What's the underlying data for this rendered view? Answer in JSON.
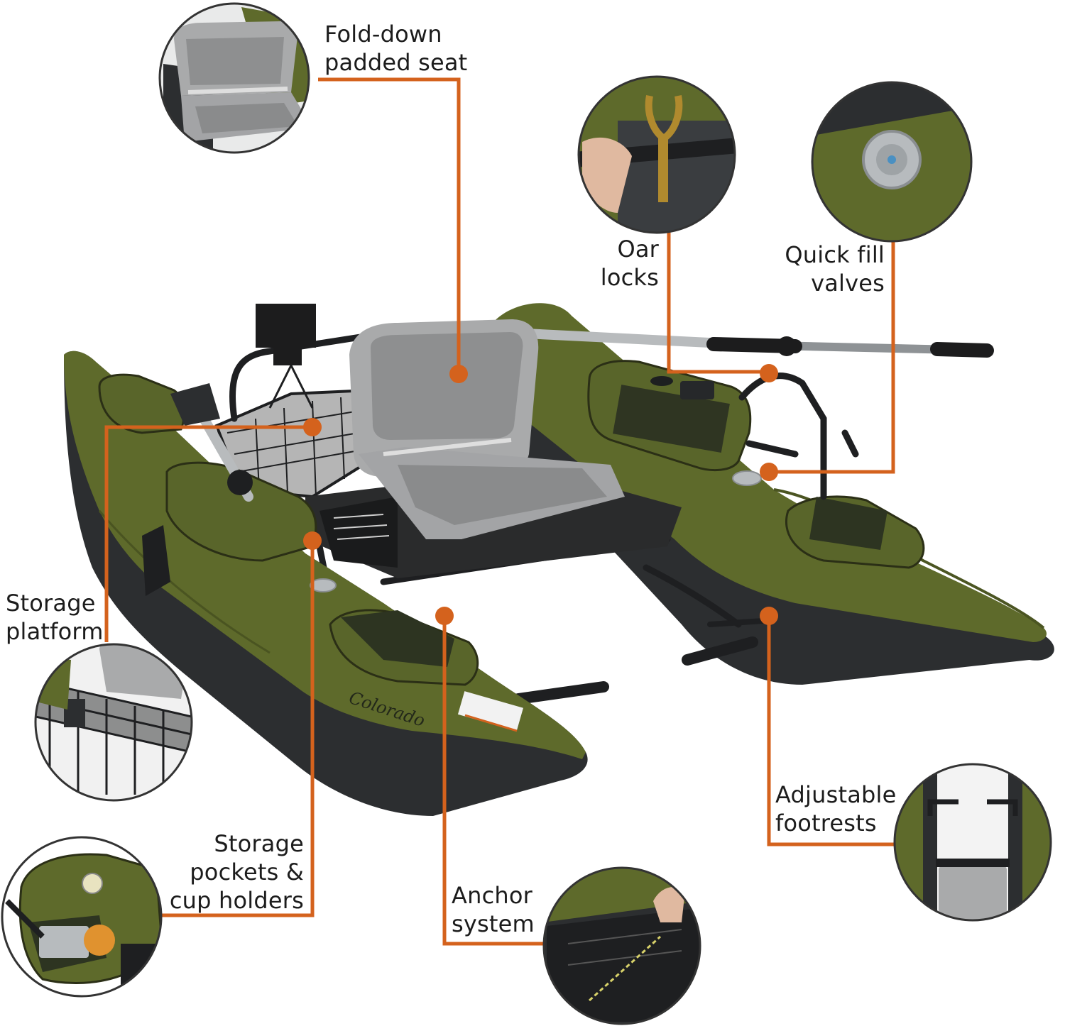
{
  "colors": {
    "callout": "#d4621d",
    "pontoon_green": "#5e6a2b",
    "pontoon_dark": "#2c2e30",
    "seat_gray": "#a9aaab",
    "frame": "#1e1f21"
  },
  "callouts": {
    "seat": "Fold-down\npadded seat",
    "oar_locks": "Oar\nlocks",
    "fill_valves": "Quick fill\nvalves",
    "storage_platform": "Storage\nplatform",
    "storage_pockets": "Storage\npockets &\ncup holders",
    "anchor": "Anchor\nsystem",
    "footrests": "Adjustable\nfootrests"
  },
  "hull_text": "Colorado"
}
